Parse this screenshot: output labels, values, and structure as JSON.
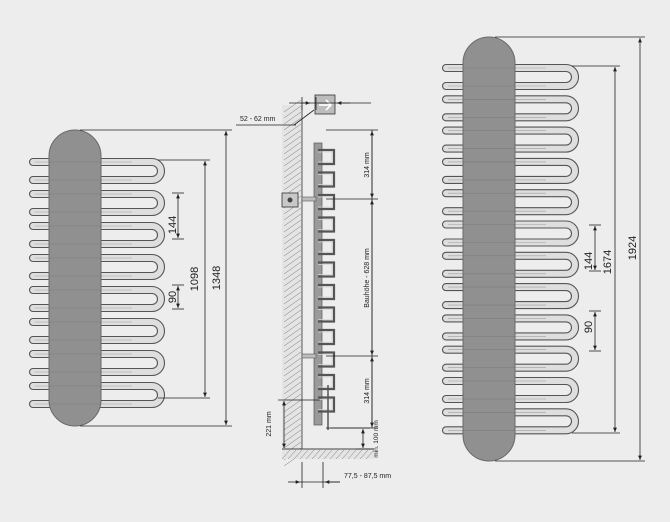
{
  "left_radiator": {
    "dims": {
      "tube_spacing": "144",
      "bend_gap": "90",
      "inner_height": "1098",
      "total_height": "1348"
    }
  },
  "side_view": {
    "wall_offset": "52 - 62 mm",
    "upper_to_bracket": "314 mm",
    "bracket_spacing": "Bauhöhe - 628 mm",
    "lower_to_bottom": "314 mm",
    "bottom_to_floor": "221 mm",
    "min_floor_clearance": "min. 100 mm",
    "depth": "77,5 - 87,5 mm"
  },
  "right_radiator": {
    "dims": {
      "tube_spacing": "144",
      "bend_gap": "90",
      "inner_height": "1674",
      "total_height": "1924"
    }
  },
  "colors": {
    "background": "#ededed",
    "tube_stroke": "#555555",
    "tube_fill": "#dedede",
    "collector": "#909090",
    "line": "#222222"
  }
}
